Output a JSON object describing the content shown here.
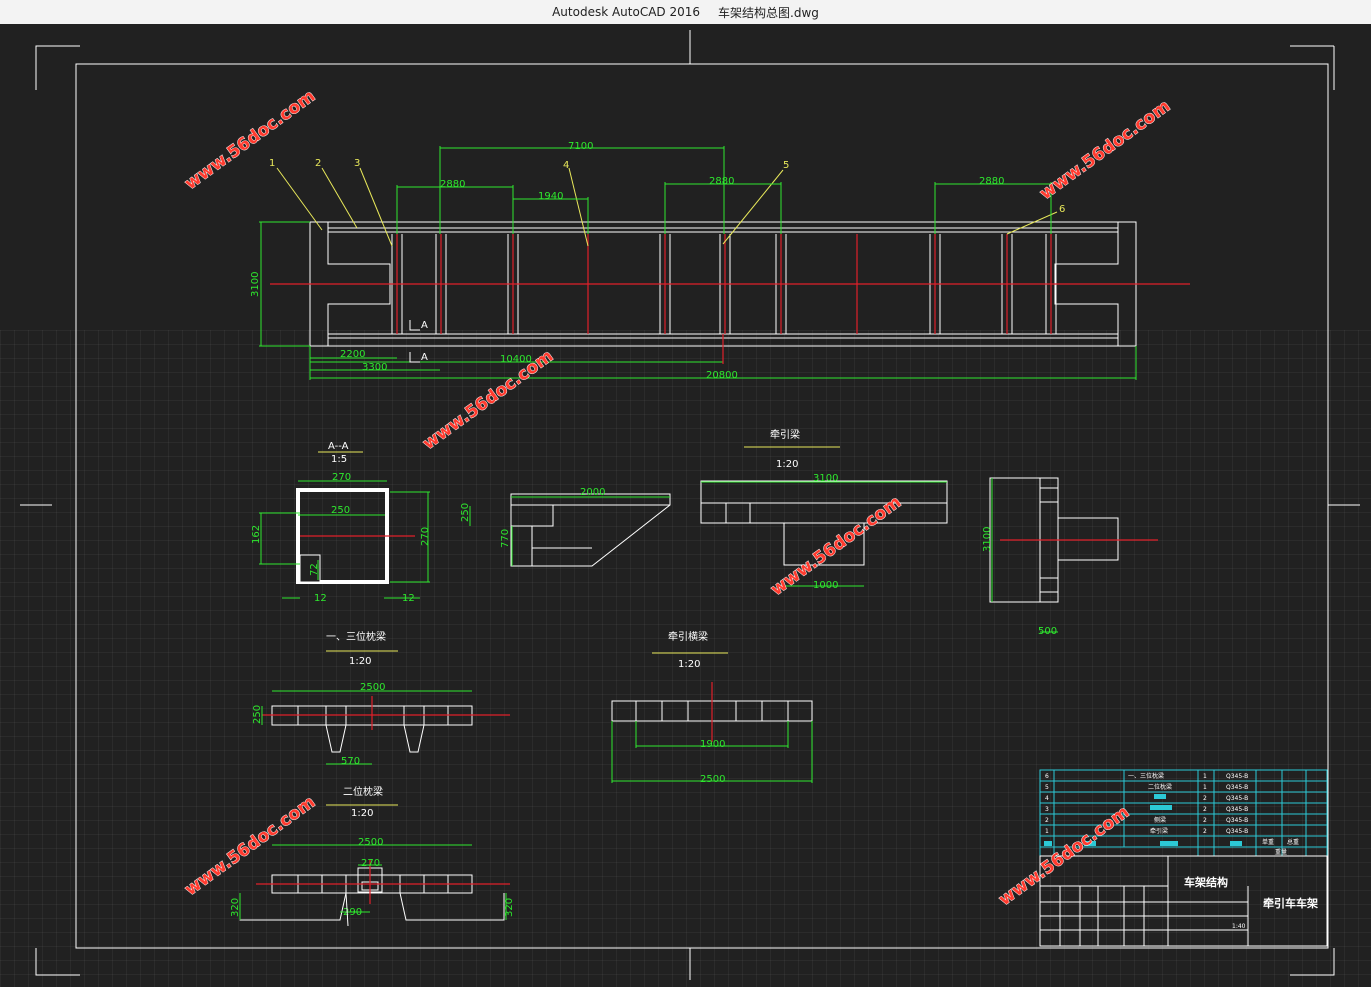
{
  "window": {
    "app_name": "Autodesk AutoCAD 2016",
    "file_name": "车架结构总图.dwg"
  },
  "watermark": "www.56doc.com",
  "main_view": {
    "part_callouts": [
      "1",
      "2",
      "3",
      "4",
      "5",
      "6"
    ],
    "dims": {
      "top_total": "7100",
      "left_span": "2880",
      "mid_span": "1940",
      "mid2_span": "2880",
      "right_span": "2880",
      "height": "3100",
      "b1": "2200",
      "b2": "3300",
      "b3": "10400",
      "overall": "20800"
    },
    "section_mark": "A"
  },
  "section_aa": {
    "title": "A--A",
    "scale": "1:5",
    "dims": {
      "w_top": "270",
      "w_inner": "250",
      "h_right": "270",
      "h_left": "162",
      "d1": "72",
      "t_left": "12",
      "t_right": "12"
    }
  },
  "side_beam": {
    "dims": {
      "len": "2000",
      "h1": "250",
      "h2": "770"
    }
  },
  "traction_beam": {
    "title": "牵引梁",
    "scale": "1:20",
    "dims": {
      "len": "3100",
      "len2": "1000"
    }
  },
  "end_view": {
    "dims": {
      "h": "3100",
      "w": "500"
    }
  },
  "bolster_13": {
    "title": "一、三位枕梁",
    "scale": "1:20",
    "dims": {
      "len": "2500",
      "h": "250",
      "w": "570"
    }
  },
  "traction_cross": {
    "title": "牵引横梁",
    "scale": "1:20",
    "dims": {
      "inner": "1900",
      "outer": "2500"
    }
  },
  "bolster_2": {
    "title": "二位枕梁",
    "scale": "1:20",
    "dims": {
      "len": "2500",
      "mid": "270",
      "h_left": "320",
      "w": "290",
      "h_right": "320"
    }
  },
  "bom": {
    "rows": [
      {
        "no": "6",
        "name": "一、三位枕梁",
        "qty": "1",
        "mat": "Q345-B"
      },
      {
        "no": "5",
        "name": "二位枕梁",
        "qty": "1",
        "mat": "Q345-B"
      },
      {
        "no": "4",
        "name": "",
        "qty": "2",
        "mat": "Q345-B"
      },
      {
        "no": "3",
        "name": "",
        "qty": "2",
        "mat": "Q345-B"
      },
      {
        "no": "2",
        "name": "侧梁",
        "qty": "2",
        "mat": "Q345-B"
      },
      {
        "no": "1",
        "name": "牵引梁",
        "qty": "2",
        "mat": "Q345-B"
      }
    ],
    "header": {
      "col_weight": "单重",
      "col_total": "总重",
      "col_mass": "重量"
    }
  },
  "title_block": {
    "drawing_title": "车架结构",
    "product_name": "牵引车车架",
    "scale": "1:40"
  },
  "colors": {
    "background": "#212121",
    "dim": "#2ee82e",
    "centerline": "#e0202a",
    "leader": "#e8e85a",
    "table": "#2cc9d6"
  }
}
